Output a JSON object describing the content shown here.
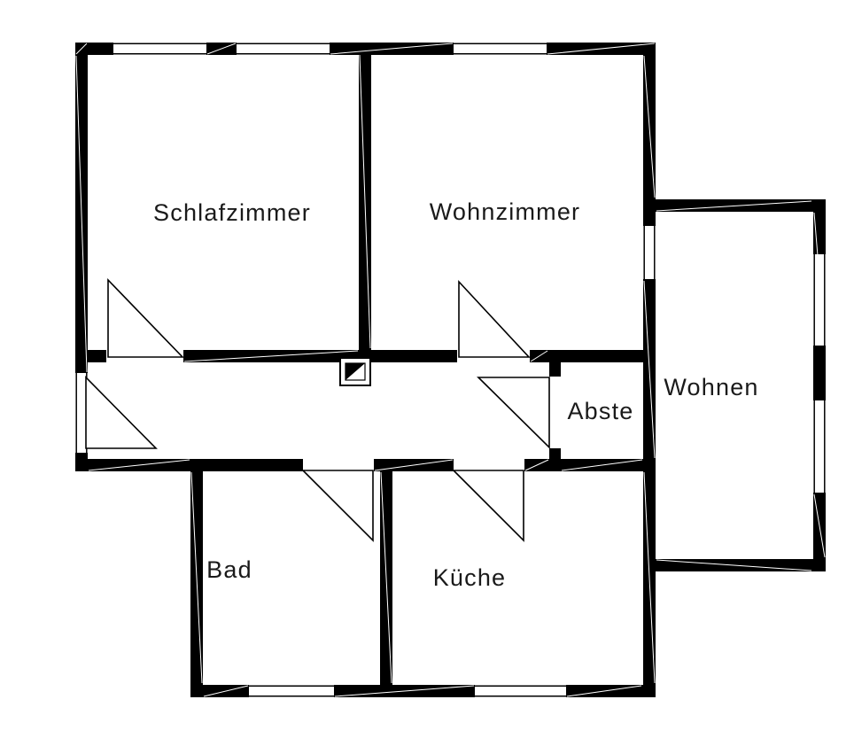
{
  "floorplan": {
    "colors": {
      "wall": "#000000",
      "background": "#ffffff",
      "text": "#1a1a1a"
    },
    "rooms": {
      "schlafzimmer": {
        "label": "Schlafzimmer"
      },
      "wohnzimmer": {
        "label": "Wohnzimmer"
      },
      "wohnen": {
        "label": "Wohnen"
      },
      "abstellraum": {
        "label": "Abste"
      },
      "bad": {
        "label": "Bad"
      },
      "kueche": {
        "label": "Küche"
      }
    }
  }
}
